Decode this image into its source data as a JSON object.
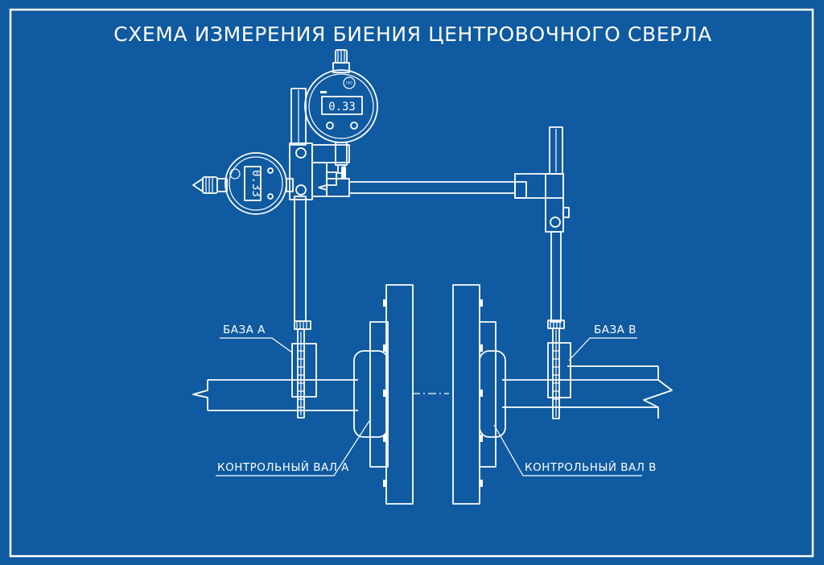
{
  "title": "СХЕМА ИЗМЕРЕНИЯ БИЕНИЯ ЦЕНТРОВОЧНОГО СВЕРЛА",
  "labels": {
    "base_a": "БАЗА А",
    "base_b": "БАЗА В",
    "shaft_a": "КОНТРОЛЬНЫЙ ВАЛ А",
    "shaft_b": "КОНТРОЛЬНЫЙ ВАЛ В"
  },
  "indicator_top": {
    "reading": "0.33"
  },
  "indicator_left": {
    "reading": "0.33"
  },
  "colors": {
    "background": "#0f5aa0",
    "line": "#ffffff"
  }
}
